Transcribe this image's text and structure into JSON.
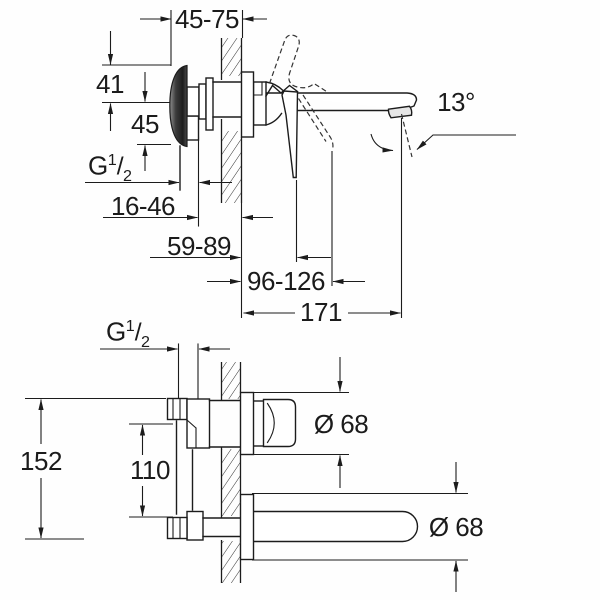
{
  "colors": {
    "line": "#1c1c1c",
    "background": "#ffffff"
  },
  "dimensions": {
    "top_view": {
      "depth_range": "45-75",
      "above_center": "41",
      "below_center": "45",
      "thread": {
        "g": "G",
        "sup": "1",
        "slash": "/",
        "sub": "2"
      },
      "pipe_to_wall": "16-46",
      "lever_projection": "59-89",
      "lever_swing": "96-126",
      "spout_projection": "171",
      "spout_angle": "13°"
    },
    "bottom_view": {
      "thread": {
        "g": "G",
        "sup": "1",
        "slash": "/",
        "sub": "2"
      },
      "body_height": "152",
      "port_distance": "110",
      "escutcheon_diameter": "Ø 68",
      "spout_escutcheon_diameter": "Ø 68"
    }
  }
}
